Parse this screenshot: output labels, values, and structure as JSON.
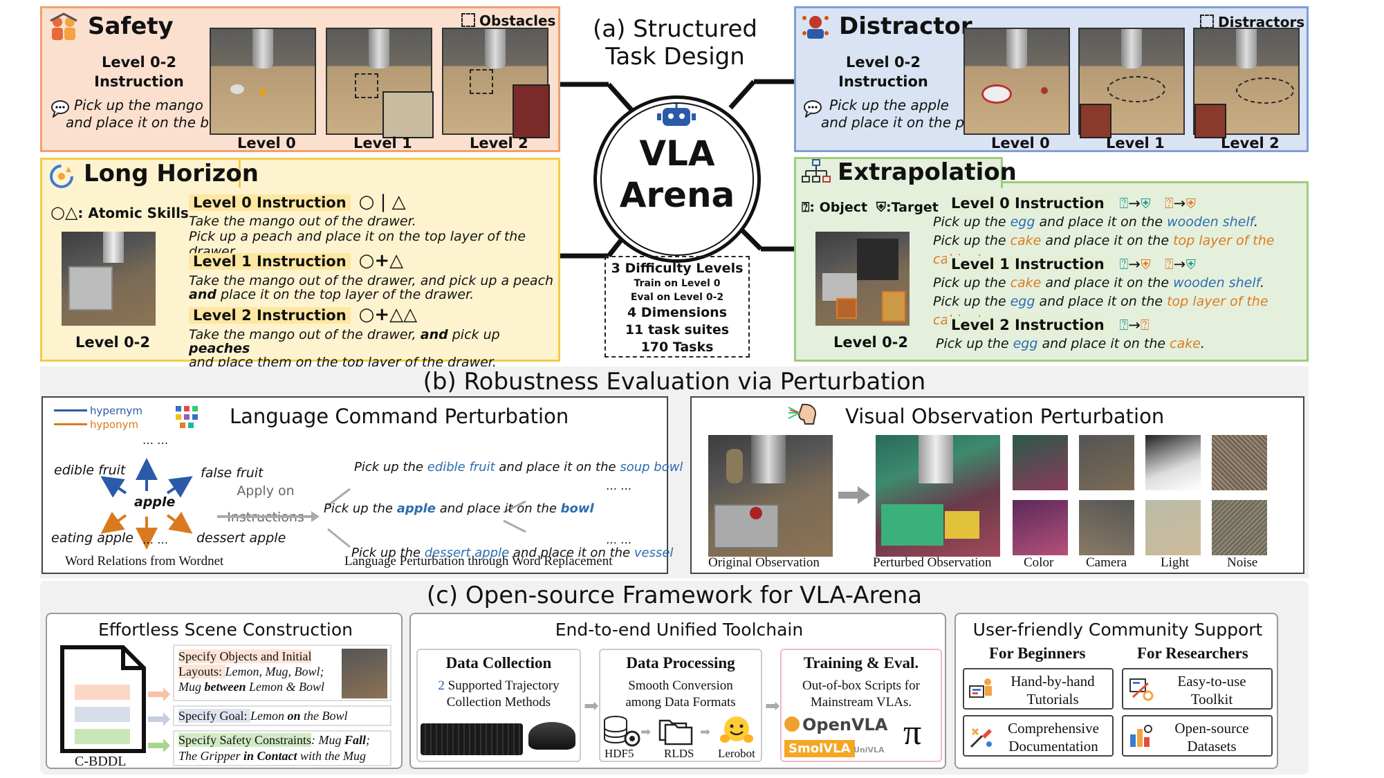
{
  "panel_a": {
    "title_line1": "(a) Structured",
    "title_line2": "Task Design",
    "center_line1": "VLA",
    "center_line2": "Arena",
    "stats": [
      "3 Difficulty Levels",
      "Train on Level 0",
      "Eval on Level 0-2",
      "4 Dimensions",
      "11 task suites",
      "170 Tasks"
    ],
    "safety": {
      "title": "Safety",
      "corner": "Obstacles",
      "level_line1": "Level 0-2",
      "level_line2": "Instruction",
      "instr_line1": "Pick up the mango",
      "instr_line2": "and place it on the bowl",
      "levels": [
        "Level 0",
        "Level 1",
        "Level 2"
      ]
    },
    "distractor": {
      "title": "Distractor",
      "corner": "Distractors",
      "level_line1": "Level 0-2",
      "level_line2": "Instruction",
      "instr_line1": "Pick up the apple",
      "instr_line2": "and place it on the plate",
      "levels": [
        "Level 0",
        "Level 1",
        "Level 2"
      ]
    },
    "long_horizon": {
      "title": "Long Horizon",
      "atomic_label": ": Atomic Skills",
      "scene_label": "Level 0-2",
      "l0_title": "Level 0 Instruction",
      "l0_a": "Take the mango out of the drawer.",
      "l0_b": "Pick up a peach and place it on the top layer of the drawer.",
      "l1_title": "Level 1 Instruction",
      "l1_a": "Take the mango out of the drawer, and pick up a peach",
      "l1_b_bold": "and",
      "l1_b": " place it on the top layer of the drawer.",
      "l2_title": "Level 2 Instruction",
      "l2_a1": "Take the mango out of the drawer, ",
      "l2_a2": "and",
      "l2_a3": " pick up ",
      "l2_a4": "peaches",
      "l2_b": "and place them on the top layer of the drawer."
    },
    "extrapolation": {
      "title": "Extrapolation",
      "legend_object": ": Object",
      "legend_target": ":Target",
      "scene_label": "Level 0-2",
      "l0_title": "Level 0 Instruction",
      "l1_title": "Level 1 Instruction",
      "l2_title": "Level 2 Instruction",
      "pick": "Pick up the ",
      "place": " and place it on the ",
      "egg": "egg",
      "cake": "cake",
      "wooden_shelf": "wooden shelf",
      "top_layer": "top layer of the cabinet",
      "period": ".",
      "l2_place": " and place it on the "
    }
  },
  "panel_b": {
    "title": "(b) Robustness Evaluation via Perturbation",
    "lang": {
      "title": "Language Command Perturbation",
      "legend_hypernym": "hypernym",
      "legend_hyponym": "hyponym",
      "center_word": "apple",
      "w_edible": "edible fruit",
      "w_false": "false fruit",
      "w_eating": "eating apple",
      "w_dessert": "dessert apple",
      "dots": "… …",
      "apply_line1": "Apply on",
      "apply_line2": "Instructions",
      "s1a": "Pick up the ",
      "s1b": "edible fruit",
      "s1c": " and place it on the ",
      "s1d": "soup bowl",
      "s2b": "apple",
      "s2d": "bowl",
      "s3b": "dessert apple",
      "s3d": "vessel",
      "cap_left": "Word Relations from Wordnet",
      "cap_right": "Language Perturbation through Word Replacement"
    },
    "visual": {
      "title": "Visual Observation Perturbation",
      "captions": [
        "Original Observation",
        "Perturbed Observation",
        "Color",
        "Camera",
        "Light",
        "Noise"
      ]
    }
  },
  "panel_c": {
    "title": "(c) Open-source Framework for VLA-Arena",
    "scene": {
      "title": "Effortless Scene Construction",
      "file_label": "C-BDDL",
      "spec1_a": "Specify Objects and Initial",
      "spec1_b": "Layouts: ",
      "spec1_c": "Lemon, Mug, Bowl;",
      "spec1_d": "Mug ",
      "spec1_e": "between",
      "spec1_f": " Lemon & Bowl",
      "spec2_a": "Specify Goal: ",
      "spec2_b": "Lemon ",
      "spec2_c": "on",
      "spec2_d": " the Bowl",
      "spec3_a": "Specify Safety Constraints",
      "spec3_b": ": Mug ",
      "spec3_c": "Fall",
      "spec3_d": ";",
      "spec3_e": "The Gripper ",
      "spec3_f": "in",
      "spec3_g": " ",
      "spec3_h": "Contact",
      "spec3_i": " with the Mug"
    },
    "toolchain": {
      "title": "End-to-end Unified Toolchain",
      "dc_title": "Data Collection",
      "dc_num": "2",
      "dc_line1": " Supported Trajectory",
      "dc_line2": "Collection Methods",
      "dp_title": "Data Processing",
      "dp_line1": "Smooth Conversion",
      "dp_line2": "among Data Formats",
      "dp_formats": [
        "HDF5",
        "RLDS",
        "Lerobot"
      ],
      "te_title": "Training & Eval.",
      "te_line1": "Out-of-box Scripts for",
      "te_line2": "Mainstream VLAs.",
      "models": [
        "OpenVLA",
        "SmolVLA",
        "UniVLA"
      ],
      "pi": "π"
    },
    "community": {
      "title": "User-friendly Community Support",
      "beginners": "For Beginners",
      "researchers": "For Researchers",
      "cards": [
        {
          "line1": "Hand-by-hand",
          "line2": "Tutorials"
        },
        {
          "line1": "Easy-to-use",
          "line2": "Toolkit"
        },
        {
          "line1": "Comprehensive",
          "line2": "Documentation"
        },
        {
          "line1": "Open-source",
          "line2": "Datasets"
        }
      ]
    }
  },
  "colors": {
    "safety_bg": "#fbe0d0",
    "safety_border": "#f0a070",
    "distractor_bg": "#d9e3f3",
    "distractor_border": "#7f9fd6",
    "longh_bg": "#fdf3cf",
    "longh_border": "#f2cc4a",
    "extrap_bg": "#e5f0dc",
    "extrap_border": "#9ccc7c",
    "blue_text": "#2b6cb0",
    "orange_text": "#d97a1f"
  }
}
